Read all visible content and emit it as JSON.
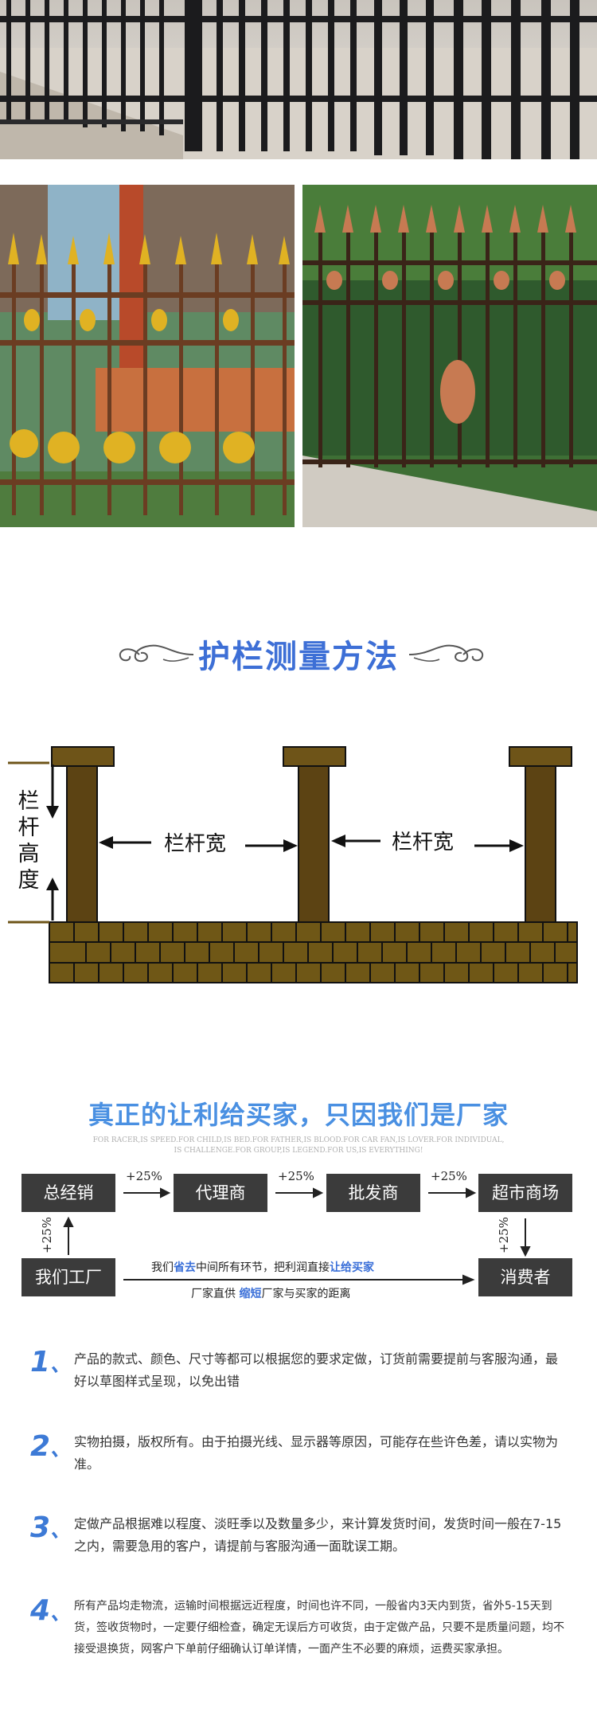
{
  "section_title": "护栏测量方法",
  "diagram": {
    "height_label": [
      "栏",
      "杆",
      "高",
      "度"
    ],
    "width_label_1": "栏杆宽",
    "width_label_2": "栏杆宽"
  },
  "slogan": {
    "title": "真正的让利给买家，只因我们是厂家",
    "sub_line_1": "FOR RACER,IS SPEED.FOR CHILD,IS BED.FOR FATHER,IS BLOOD.FOR CAR FAN,IS LOVER.FOR INDIVIDUAL,",
    "sub_line_2": "IS CHALLENGE.FOR GROUP,IS LEGEND.FOR US,IS EVERYTHING!"
  },
  "chain": {
    "boxes": [
      "总经销",
      "代理商",
      "批发商",
      "超市商场",
      "我们工厂",
      "消费者"
    ],
    "markups": [
      "+25%",
      "+25%",
      "+25%",
      "+25%",
      "+25%"
    ],
    "line1_a": "我们",
    "line1_b": "省去",
    "line1_c": "中间所有环节，把利润直接",
    "line1_d": "让给买家",
    "line2_a": "厂家直供 ",
    "line2_b": "缩短",
    "line2_c": "厂家与买家的距离"
  },
  "notes": [
    {
      "num": "1",
      "sep": "、",
      "text": "产品的款式、颜色、尺寸等都可以根据您的要求定做，订货前需要提前与客服沟通，最好以草图样式呈现，以免出错"
    },
    {
      "num": "2",
      "sep": "、",
      "text": "实物拍摄，版权所有。由于拍摄光线、显示器等原因，可能存在些许色差，请以实物为准。"
    },
    {
      "num": "3",
      "sep": "、",
      "text": "定做产品根据难以程度、淡旺季以及数量多少，来计算发货时间，发货时间一般在7-15之内，需要急用的客户，请提前与客服沟通一面耽误工期。"
    },
    {
      "num": "4",
      "sep": "、",
      "text": "所有产品均走物流，运输时间根据远近程度，时间也许不同，一般省内3天内到货，省外5-15天到货，签收货物时，一定要仔细检查，确定无误后方可收货，由于定做产品，只要不是质量问题，均不接受退换货，网客户下单前仔细确认订单详情，一面产生不必要的麻烦，运费买家承担。"
    }
  ],
  "colors": {
    "title_blue": "#3d6fd6",
    "slogan_blue": "#4a90e2",
    "dark_box": "#3b3b3b",
    "post_brown": "#5c4313",
    "cap_brown": "#6e5418"
  }
}
